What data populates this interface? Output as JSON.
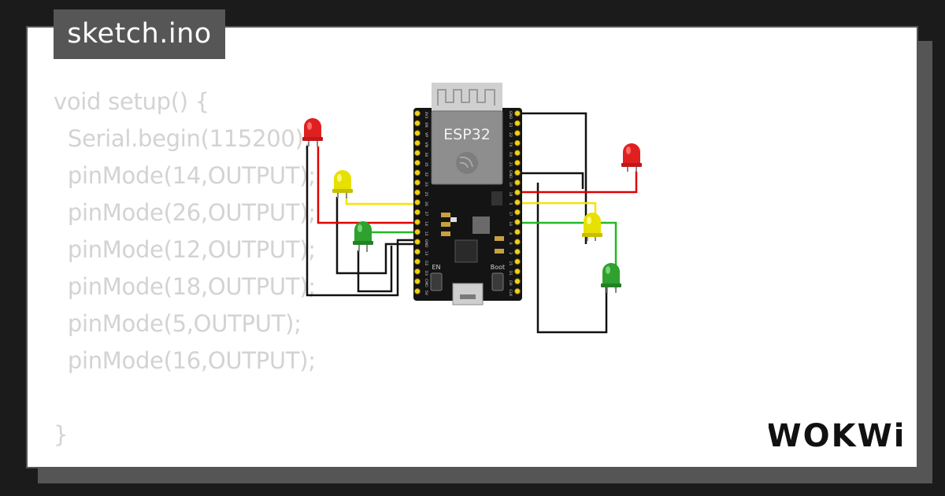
{
  "tab": {
    "label": "sketch.ino"
  },
  "code": {
    "lines": [
      "void setup() {",
      "  Serial.begin(115200);",
      "  pinMode(14,OUTPUT);",
      "  pinMode(26,OUTPUT);",
      "  pinMode(12,OUTPUT);",
      "  pinMode(18,OUTPUT);",
      "  pinMode(5,OUTPUT);",
      "  pinMode(16,OUTPUT);",
      "",
      "}"
    ]
  },
  "board": {
    "label": "ESP32",
    "en_label": "EN",
    "boot_label": "Boot",
    "left_pins": [
      "3V3",
      "EN",
      "VP",
      "VN",
      "34",
      "35",
      "32",
      "33",
      "25",
      "26",
      "27",
      "14",
      "12",
      "GND",
      "13",
      "D2",
      "D3",
      "CMD",
      "5V"
    ],
    "right_pins": [
      "GND",
      "23",
      "22",
      "TX",
      "RX",
      "21",
      "GND",
      "19",
      "18",
      "5",
      "17",
      "16",
      "4",
      "0",
      "2",
      "15",
      "D1",
      "D0",
      "CLK"
    ]
  },
  "colors": {
    "background": "#1b1b1b",
    "card": "#ffffff",
    "tab": "#565656",
    "code_text": "#d3d3d3",
    "led_red": "#e02020",
    "led_yellow": "#e8e000",
    "led_green": "#2ea12e",
    "wire_red": "#e00000",
    "wire_yellow": "#f2e600",
    "wire_green": "#22bb22",
    "wire_black": "#111111"
  },
  "logo": {
    "text": "WOKWi"
  }
}
